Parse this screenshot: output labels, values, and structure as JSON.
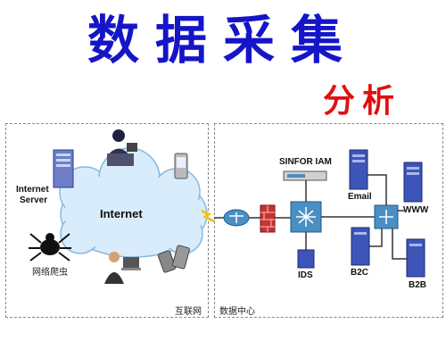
{
  "title": "数据采集",
  "subtitle": "分析",
  "left_panel": {
    "caption": "互联网",
    "cloud_label": "Internet",
    "server_label_1": "Internet",
    "server_label_2": "Server",
    "spider_label": "网络爬虫"
  },
  "right_panel": {
    "caption": "数据中心",
    "iam_label": "SINFOR IAM",
    "email_label": "Email",
    "www_label": "WWW",
    "ids_label": "IDS",
    "b2c_label": "B2C",
    "b2b_label": "B2B"
  }
}
